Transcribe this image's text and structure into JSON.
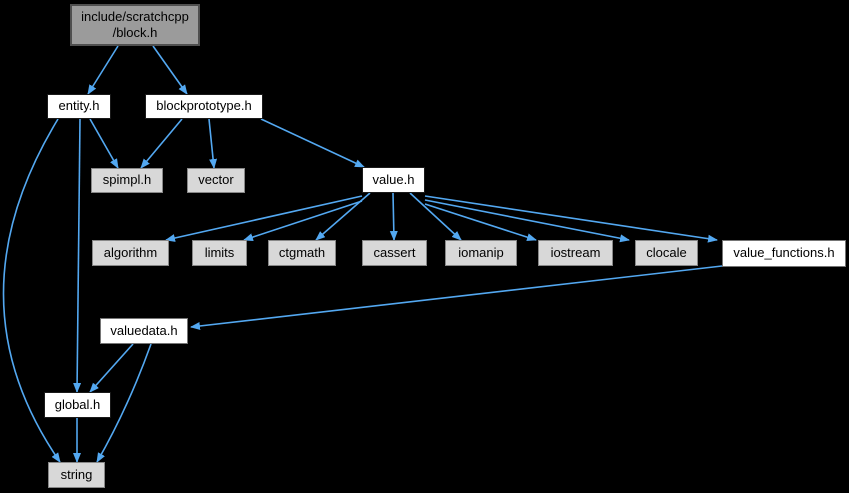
{
  "diagram": {
    "kind": "include-dependency-graph",
    "background_color": "#000000",
    "arrow_color": "#53A8F1",
    "node_colors": {
      "current_fill": "#9B9B9B",
      "current_border": "#4F4F4F",
      "internal_fill": "#FFFFFF",
      "internal_border": "#1A1A1A",
      "plain_border": "#757575",
      "system_fill": "#D8D8D8",
      "system_border": "#888888",
      "text": "#000000"
    },
    "nodes": [
      {
        "id": "block_h",
        "label": "include/scratchcpp\n/block.h",
        "type": "current"
      },
      {
        "id": "entity_h",
        "label": "entity.h",
        "type": "internal"
      },
      {
        "id": "blockprototype_h",
        "label": "blockprototype.h",
        "type": "internal"
      },
      {
        "id": "spimpl_h",
        "label": "spimpl.h",
        "type": "system"
      },
      {
        "id": "vector",
        "label": "vector",
        "type": "system"
      },
      {
        "id": "value_h",
        "label": "value.h",
        "type": "internal"
      },
      {
        "id": "algorithm",
        "label": "algorithm",
        "type": "system"
      },
      {
        "id": "limits",
        "label": "limits",
        "type": "system"
      },
      {
        "id": "ctgmath",
        "label": "ctgmath",
        "type": "system"
      },
      {
        "id": "cassert",
        "label": "cassert",
        "type": "system"
      },
      {
        "id": "iomanip",
        "label": "iomanip",
        "type": "system"
      },
      {
        "id": "iostream",
        "label": "iostream",
        "type": "system"
      },
      {
        "id": "clocale",
        "label": "clocale",
        "type": "system"
      },
      {
        "id": "value_functions_h",
        "label": "value_functions.h",
        "type": "plain"
      },
      {
        "id": "valuedata_h",
        "label": "valuedata.h",
        "type": "plain"
      },
      {
        "id": "global_h",
        "label": "global.h",
        "type": "internal"
      },
      {
        "id": "string",
        "label": "string",
        "type": "system"
      }
    ],
    "edges": [
      {
        "from": "include/scratchcpp/block.h",
        "to": "entity.h"
      },
      {
        "from": "include/scratchcpp/block.h",
        "to": "blockprototype.h"
      },
      {
        "from": "entity.h",
        "to": "spimpl.h"
      },
      {
        "from": "entity.h",
        "to": "global.h"
      },
      {
        "from": "entity.h",
        "to": "string"
      },
      {
        "from": "blockprototype.h",
        "to": "spimpl.h"
      },
      {
        "from": "blockprototype.h",
        "to": "vector"
      },
      {
        "from": "blockprototype.h",
        "to": "value.h"
      },
      {
        "from": "value.h",
        "to": "algorithm"
      },
      {
        "from": "value.h",
        "to": "limits"
      },
      {
        "from": "value.h",
        "to": "ctgmath"
      },
      {
        "from": "value.h",
        "to": "cassert"
      },
      {
        "from": "value.h",
        "to": "iomanip"
      },
      {
        "from": "value.h",
        "to": "iostream"
      },
      {
        "from": "value.h",
        "to": "clocale"
      },
      {
        "from": "value.h",
        "to": "value_functions.h"
      },
      {
        "from": "value_functions.h",
        "to": "valuedata.h"
      },
      {
        "from": "valuedata.h",
        "to": "global.h"
      },
      {
        "from": "valuedata.h",
        "to": "string"
      },
      {
        "from": "global.h",
        "to": "string"
      }
    ]
  }
}
